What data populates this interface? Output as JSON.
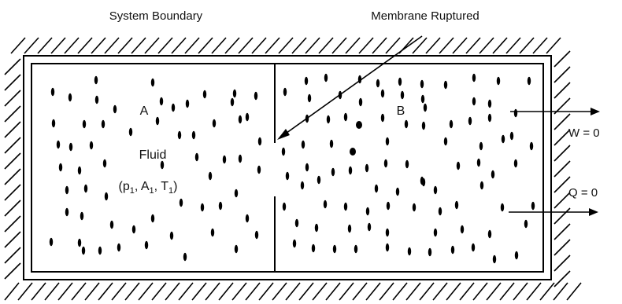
{
  "labels": {
    "system_boundary": "System Boundary",
    "membrane_ruptured": "Membrane Ruptured",
    "region_a": "A",
    "region_b": "B",
    "fluid": "Fluid",
    "fluid_state": {
      "open": "(p",
      "sub1": "1",
      "mid1": ", A",
      "sub2": "1",
      "mid2": ", T",
      "sub3": "1",
      "close": ")"
    },
    "work": "W = 0",
    "heat": "Q = 0"
  }
}
